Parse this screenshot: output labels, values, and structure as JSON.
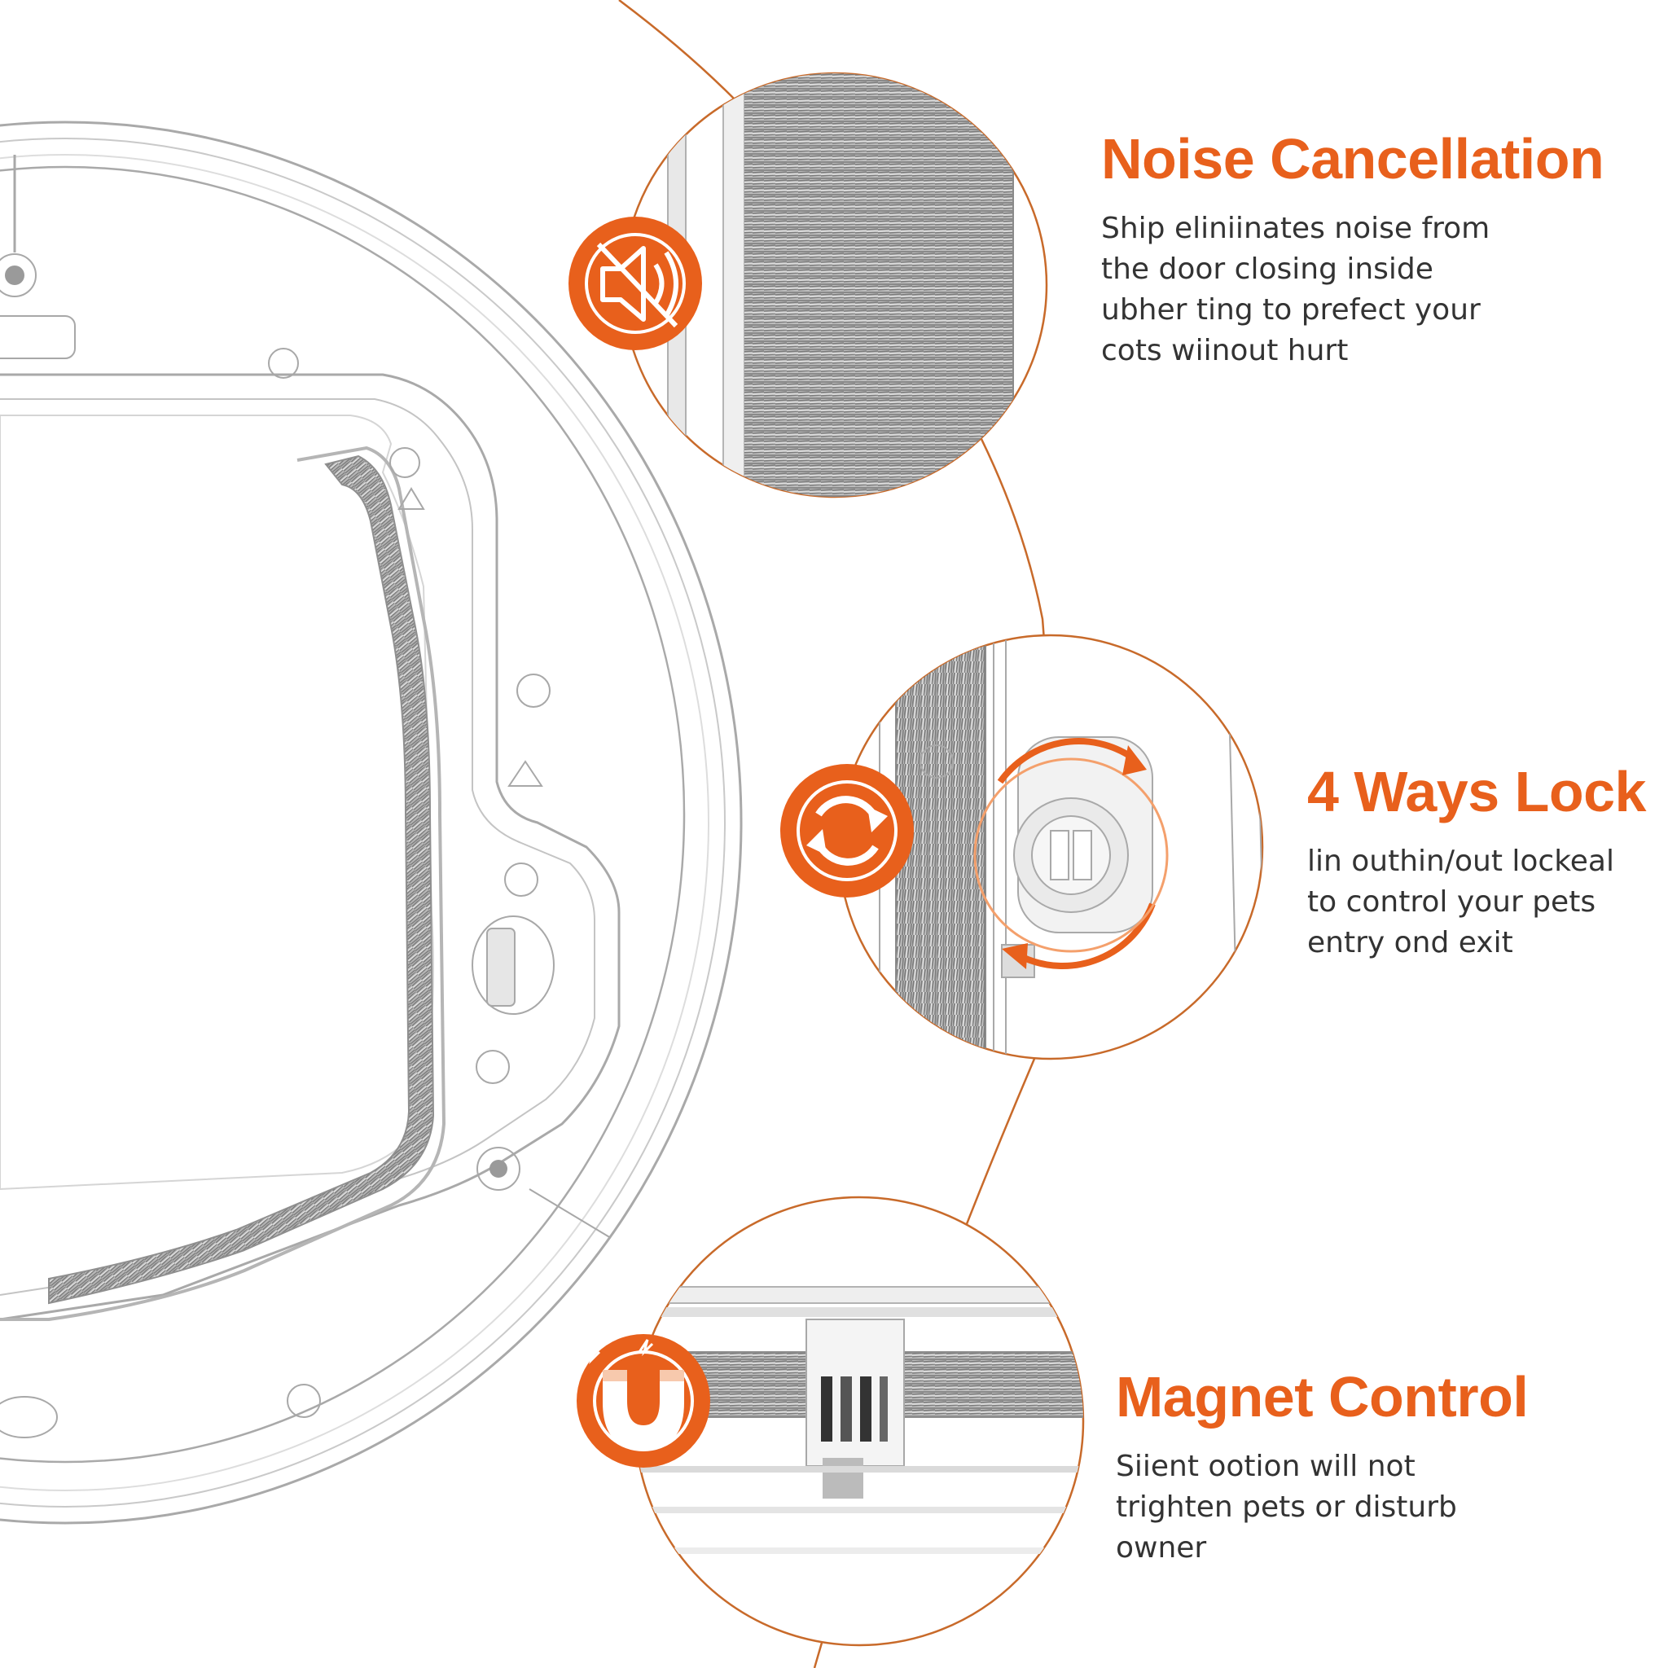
{
  "colors": {
    "accent": "#e8601c",
    "background": "#ffffff"
  },
  "features": [
    {
      "icon": "mute-speaker-icon",
      "title": "Noise Cancellation",
      "lines": [
        "Ship eliniinates noise from",
        "the door closing inside",
        "ubher ting to prefect your",
        "cots wiinout hurt"
      ]
    },
    {
      "icon": "rotate-arrows-icon",
      "title": "4 Ways Lock",
      "lines": [
        "lin outhin/out lockeal",
        "to control your pets",
        "entry ond exit"
      ]
    },
    {
      "icon": "magnet-icon",
      "title": "Magnet Control",
      "lines": [
        "Siient ootion will not",
        "trighten pets or disturb",
        "owner"
      ]
    }
  ]
}
